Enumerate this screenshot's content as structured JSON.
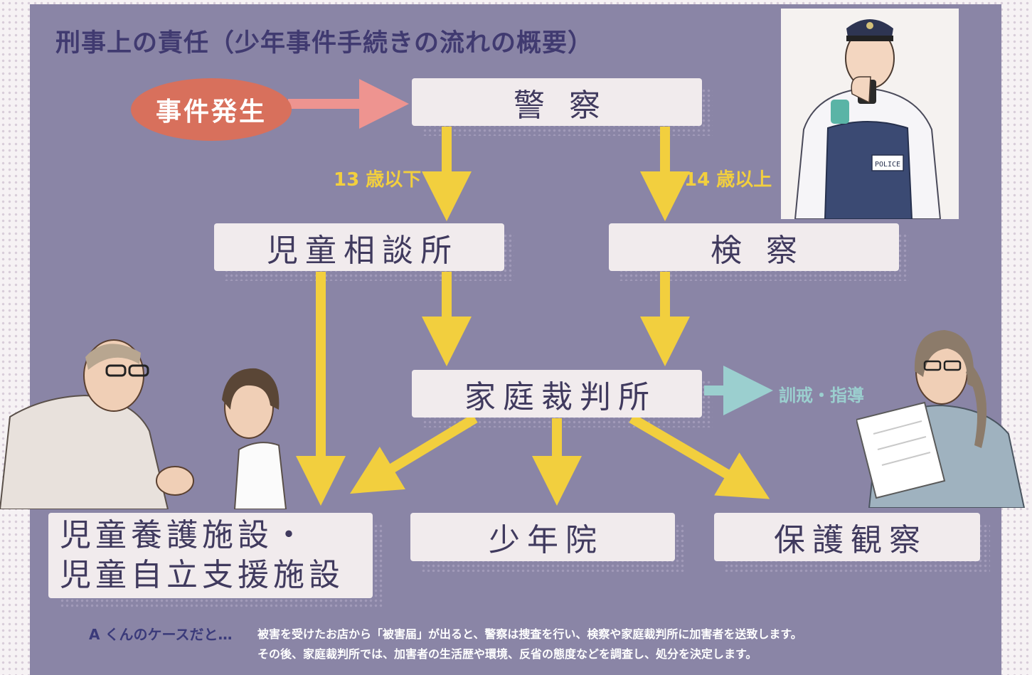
{
  "title": "刑事上の責任（少年事件手続きの流れの概要）",
  "nodes": {
    "incident": "事件発生",
    "police": "警 察",
    "child_guidance": "児童相談所",
    "prosecution": "検 察",
    "family_court": "家庭裁判所",
    "facilities_line1": "児童養護施設・",
    "facilities_line2": "児童自立支援施設",
    "juvenile_training_school": "少年院",
    "probation": "保護観察"
  },
  "edge_labels": {
    "under13": "13 歳以下",
    "over14": "14 歳以上",
    "admonition": "訓戒・指導"
  },
  "note": {
    "intro": "A くんのケースだと…",
    "line1": "被害を受けたお店から「被害届」が出ると、警察は捜査を行い、検察や家庭裁判所に加害者を送致します。",
    "line2": "その後、家庭裁判所では、加害者の生活歴や環境、反省の態度などを調査し、処分を決定します。"
  },
  "illustrations": {
    "police_officer": "police-officer-illustration",
    "counselor_and_boy": "counselor-and-boy-illustration",
    "woman_with_papers": "woman-reading-papers-illustration"
  },
  "colors": {
    "panel": "#8a85a6",
    "title": "#403a70",
    "box": "#f1ebed",
    "incident": "#d8705c",
    "arrow_main": "#f2cf3e",
    "arrow_start": "#ee9490",
    "arrow_side": "#9bcfcf",
    "label_yellow": "#f2cf3e",
    "label_teal": "#9bcfcf"
  }
}
